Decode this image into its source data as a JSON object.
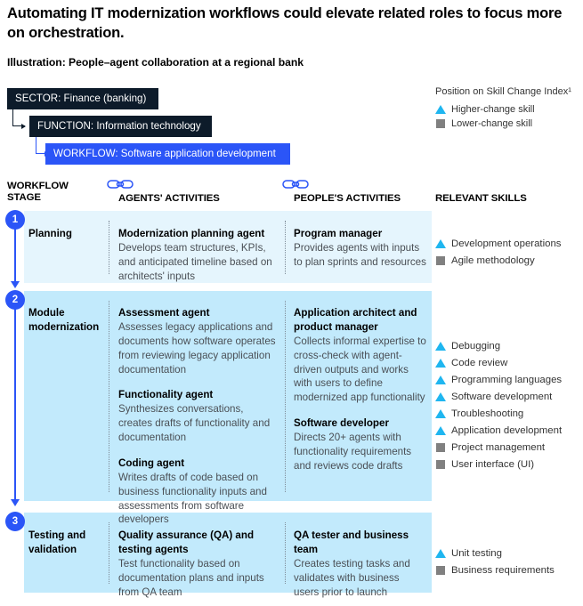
{
  "headline": "Automating IT modernization workflows could elevate related roles to focus more on orchestration.",
  "subhead": "Illustration: People–agent collaboration at a regional bank",
  "colors": {
    "accent_blue": "#2b55f7",
    "dark_navy": "#0d1b2a",
    "band_light": "#e5f5fd",
    "band_blue": "#c2eafc",
    "higher_change": "#1fb6f0",
    "lower_change": "#808080"
  },
  "hierarchy": {
    "sector": "SECTOR: Finance (banking)",
    "function": "FUNCTION: Information technology",
    "workflow": "WORKFLOW: Software application development"
  },
  "legend": {
    "title": "Position on\nSkill Change Index¹",
    "items": [
      {
        "marker": "triangle",
        "label": "Higher-change skill"
      },
      {
        "marker": "square",
        "label": "Lower-change skill"
      }
    ]
  },
  "columns": {
    "stage": "WORKFLOW\nSTAGE",
    "agents": "AGENTS' ACTIVITIES",
    "people": "PEOPLE'S  ACTIVITIES",
    "skills": "RELEVANT SKILLS"
  },
  "icons": {
    "agents": "chain-link-icon",
    "people": "chain-link-icon"
  },
  "rows": [
    {
      "number": "1",
      "stage": "Planning",
      "agents": [
        {
          "heading": "Modernization planning agent",
          "body": "Develops team structures, KPIs, and anticipated timeline based on architects' inputs"
        }
      ],
      "people": [
        {
          "heading": "Program manager",
          "body": "Provides agents with inputs to plan sprints and resources"
        }
      ],
      "skills": [
        {
          "marker": "triangle",
          "label": "Development operations"
        },
        {
          "marker": "square",
          "label": "Agile methodology"
        }
      ]
    },
    {
      "number": "2",
      "stage": "Module\nmodernization",
      "agents": [
        {
          "heading": "Assessment agent",
          "body": "Assesses legacy applications and documents how software operates from reviewing legacy application documentation"
        },
        {
          "heading": "Functionality agent",
          "body": "Synthesizes conversations, creates drafts of functionality and documentation"
        },
        {
          "heading": "Coding agent",
          "body": "Writes drafts of code based on business functionality inputs and assessments from software developers"
        }
      ],
      "people": [
        {
          "heading": "Application architect and product manager",
          "body": "Collects informal expertise to cross-check with agent-driven outputs and works with users to define modernized app functionality"
        },
        {
          "heading": "Software developer",
          "body": "Directs 20+ agents with functionality requirements and reviews code drafts"
        }
      ],
      "skills": [
        {
          "marker": "triangle",
          "label": "Debugging"
        },
        {
          "marker": "triangle",
          "label": "Code review"
        },
        {
          "marker": "triangle",
          "label": "Programming languages"
        },
        {
          "marker": "triangle",
          "label": "Software development"
        },
        {
          "marker": "triangle",
          "label": "Troubleshooting"
        },
        {
          "marker": "triangle",
          "label": "Application development"
        },
        {
          "marker": "square",
          "label": "Project management"
        },
        {
          "marker": "square",
          "label": "User interface (UI)"
        }
      ]
    },
    {
      "number": "3",
      "stage": "Testing and\nvalidation",
      "agents": [
        {
          "heading": "Quality assurance (QA) and testing agents",
          "body": "Test functionality based on documentation plans and inputs from QA team"
        }
      ],
      "people": [
        {
          "heading": "QA tester and business team",
          "body": "Creates testing tasks and validates with business users prior to launch"
        }
      ],
      "skills": [
        {
          "marker": "triangle",
          "label": "Unit testing"
        },
        {
          "marker": "square",
          "label": "Business requirements"
        }
      ]
    }
  ]
}
